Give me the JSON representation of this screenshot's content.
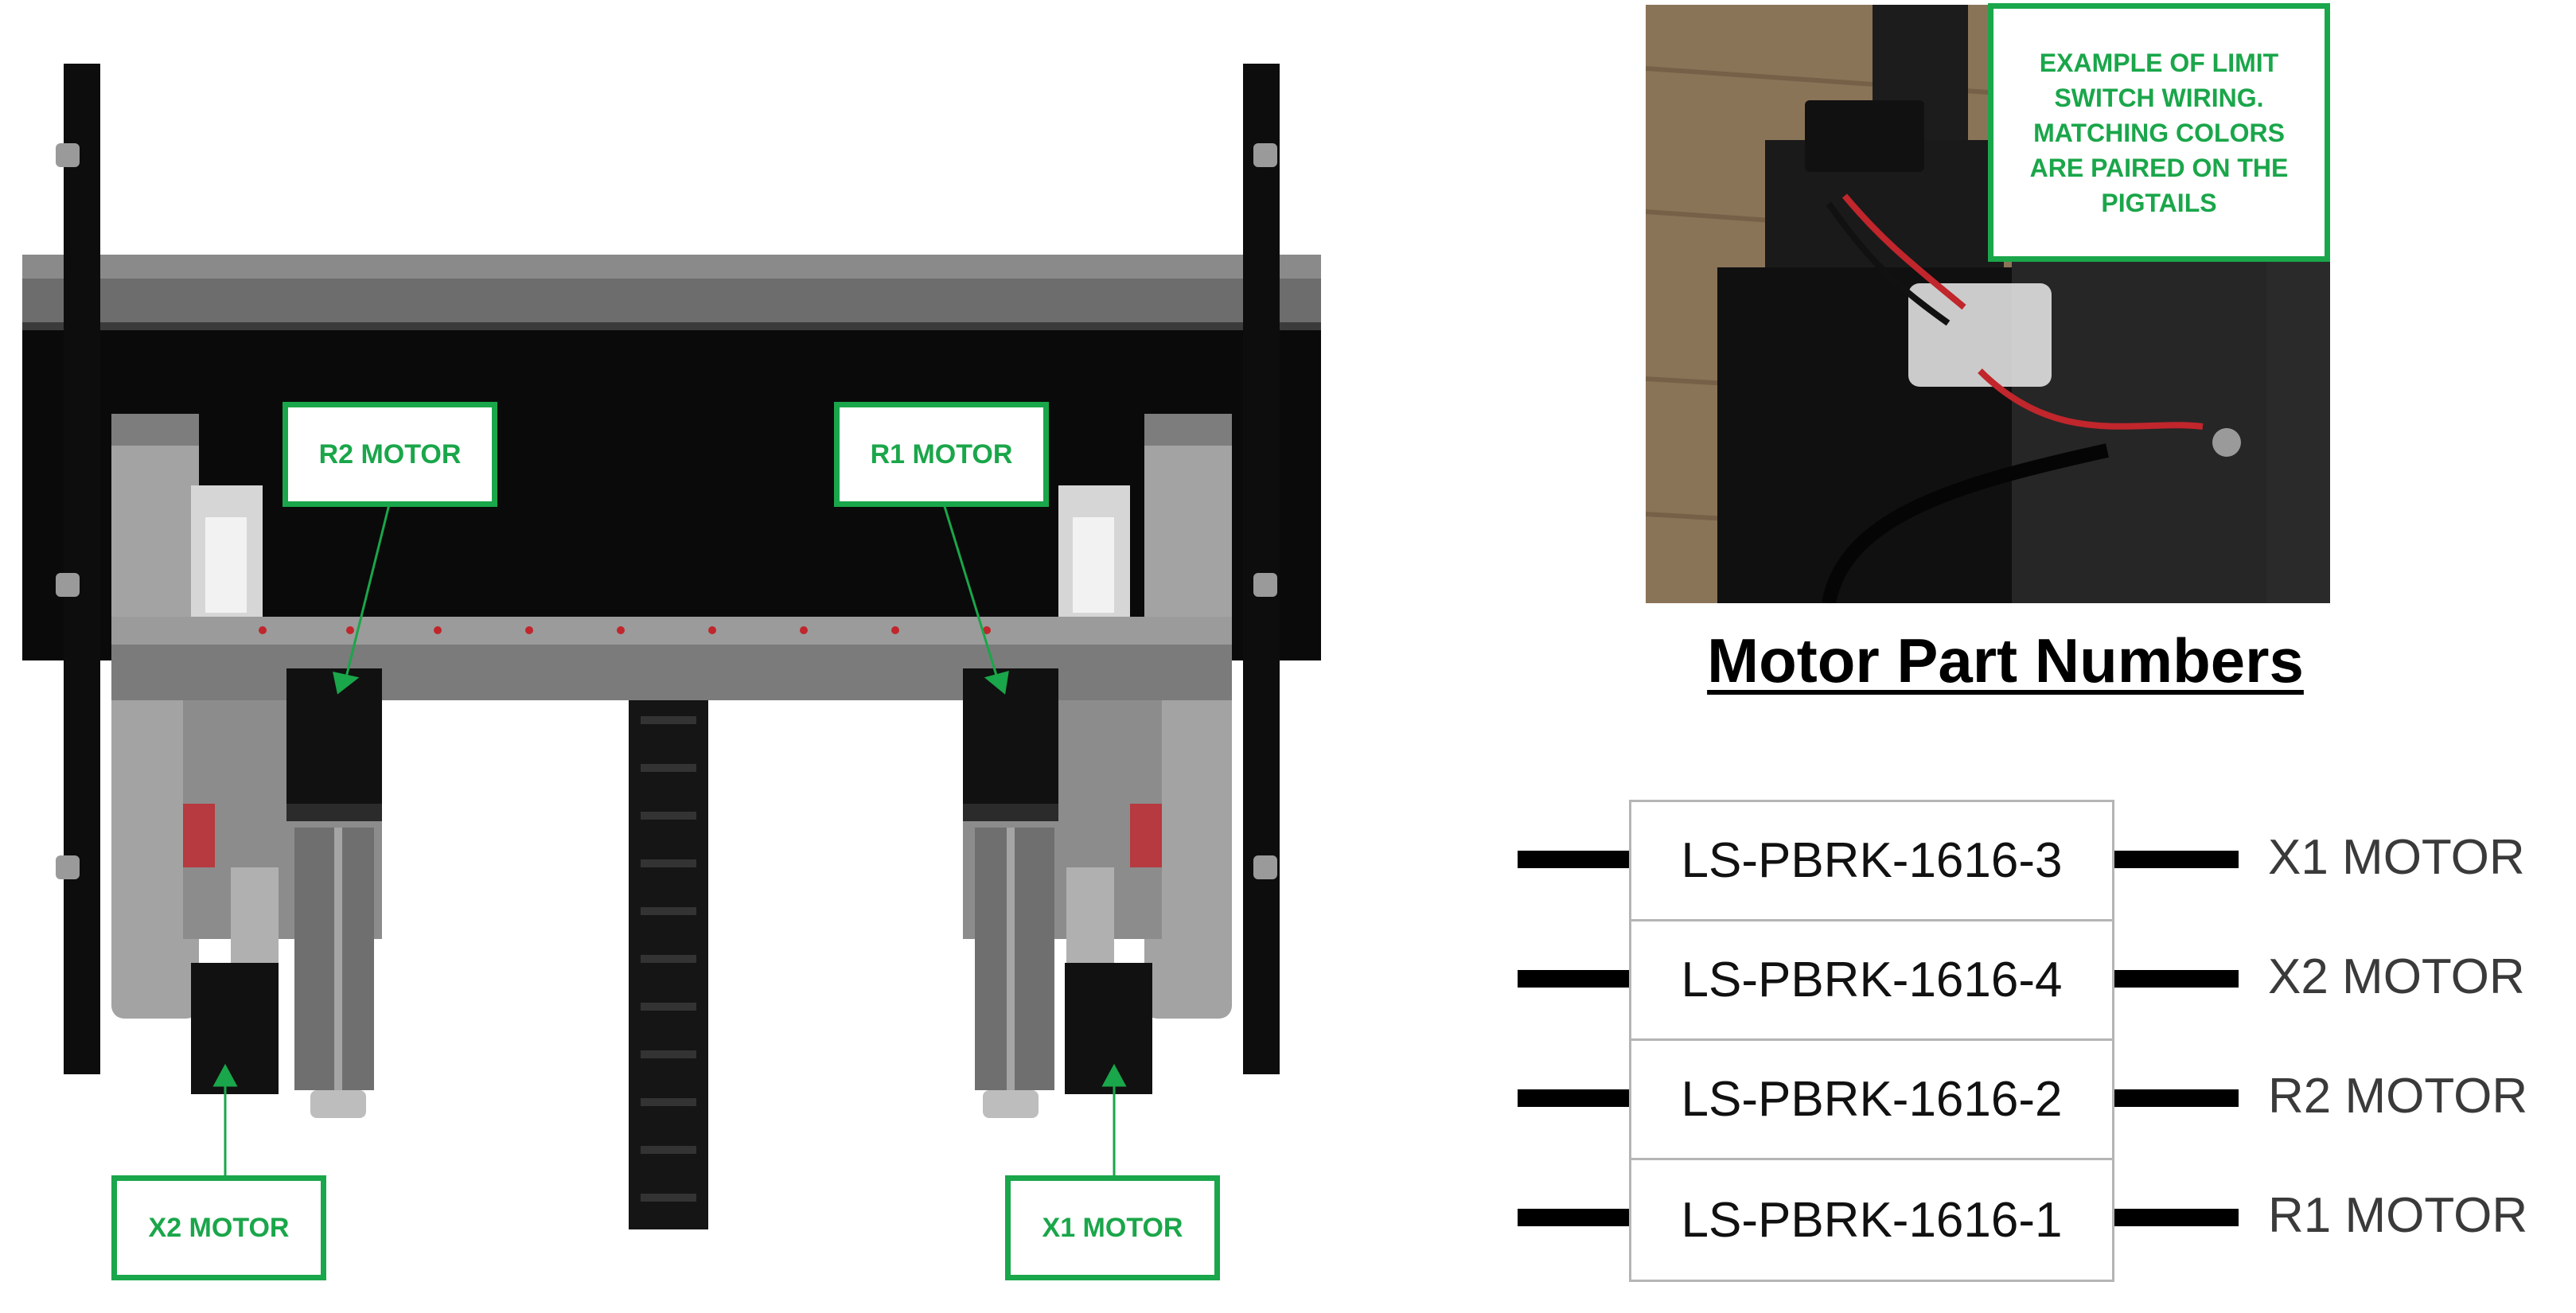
{
  "callouts": {
    "r2": "R2 MOTOR",
    "r1": "R1 MOTOR",
    "x2": "X2 MOTOR",
    "x1": "X1 MOTOR"
  },
  "wiring_note": {
    "lines": [
      "EXAMPLE OF LIMIT",
      "SWITCH WIRING.",
      "MATCHING COLORS",
      "ARE PAIRED ON THE",
      "PIGTAILS"
    ]
  },
  "parts_title": "Motor Part Numbers",
  "parts": [
    {
      "part_number": "LS-PBRK-1616-3",
      "motor": "X1 MOTOR"
    },
    {
      "part_number": "LS-PBRK-1616-4",
      "motor": "X2 MOTOR"
    },
    {
      "part_number": "LS-PBRK-1616-2",
      "motor": "R2 MOTOR"
    },
    {
      "part_number": "LS-PBRK-1616-1",
      "motor": "R1 MOTOR"
    }
  ],
  "colors": {
    "callout_green": "#1aa64a",
    "frame_black": "#0a0a0a",
    "rail_gray": "#8f8f8f",
    "motor_black": "#111111",
    "accent_red": "#c0262c"
  }
}
